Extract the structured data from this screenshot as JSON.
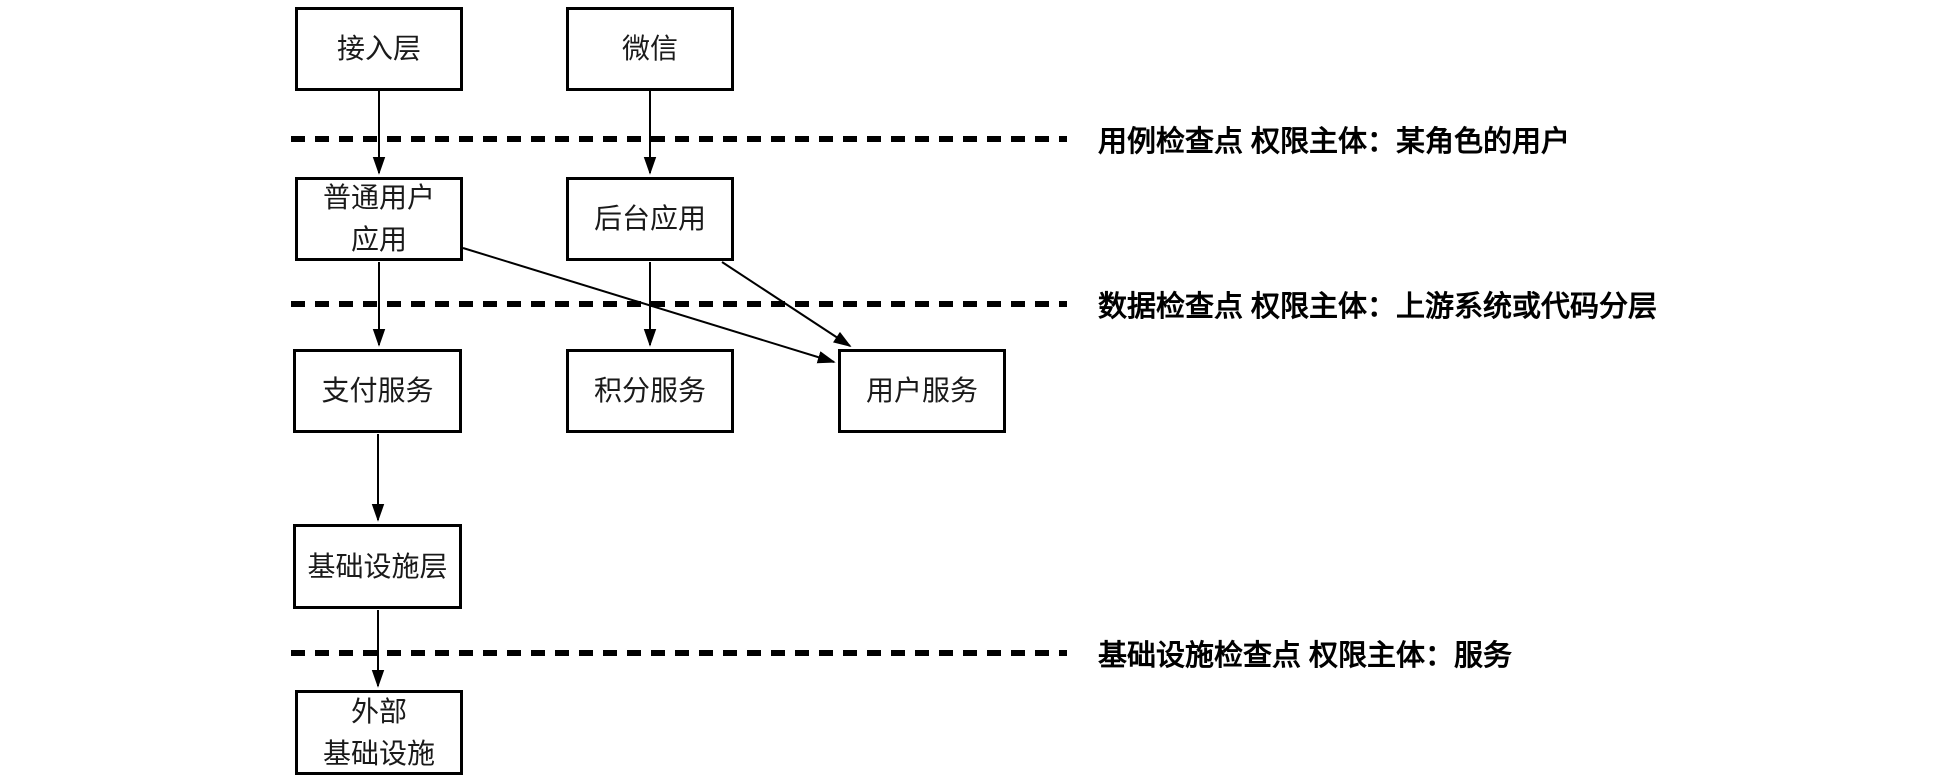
{
  "diagram": {
    "nodes": [
      {
        "id": "access-layer",
        "label": "接入层"
      },
      {
        "id": "wechat",
        "label": "微信"
      },
      {
        "id": "normal-user-app",
        "label": "普通用户\n应用"
      },
      {
        "id": "backend-app",
        "label": "后台应用"
      },
      {
        "id": "payment-service",
        "label": "支付服务"
      },
      {
        "id": "points-service",
        "label": "积分服务"
      },
      {
        "id": "user-service",
        "label": "用户服务"
      },
      {
        "id": "infrastructure-layer",
        "label": "基础设施层"
      },
      {
        "id": "external-infrastructure",
        "label": "外部\n基础设施"
      }
    ],
    "checkpoints": [
      {
        "id": "usecase-checkpoint",
        "label": "用例检查点 权限主体：某角色的用户"
      },
      {
        "id": "data-checkpoint",
        "label": "数据检查点 权限主体：上游系统或代码分层"
      },
      {
        "id": "infrastructure-checkpoint",
        "label": "基础设施检查点 权限主体：服务"
      }
    ],
    "edges": [
      {
        "from": "access-layer",
        "to": "normal-user-app"
      },
      {
        "from": "wechat",
        "to": "backend-app"
      },
      {
        "from": "normal-user-app",
        "to": "payment-service"
      },
      {
        "from": "backend-app",
        "to": "points-service"
      },
      {
        "from": "normal-user-app",
        "to": "user-service"
      },
      {
        "from": "backend-app",
        "to": "user-service"
      },
      {
        "from": "payment-service",
        "to": "infrastructure-layer"
      },
      {
        "from": "infrastructure-layer",
        "to": "external-infrastructure"
      }
    ],
    "colors": {
      "background": "#ffffff",
      "line": "#000000",
      "box_border": "#000000",
      "text": "#1a1a1a",
      "label_text": "#000000"
    }
  }
}
